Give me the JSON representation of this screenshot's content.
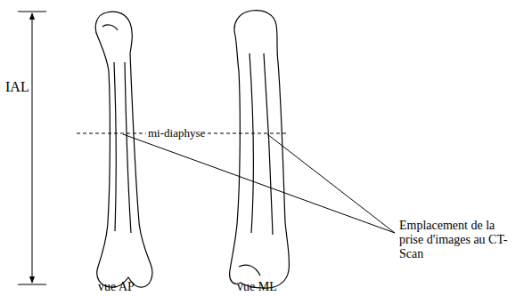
{
  "diagram": {
    "labels": [
      "IAL",
      "mi-diaphyse",
      "Emplacement de la prise d'images au CT-Scan",
      "vue AP",
      "vue ML"
    ]
  }
}
